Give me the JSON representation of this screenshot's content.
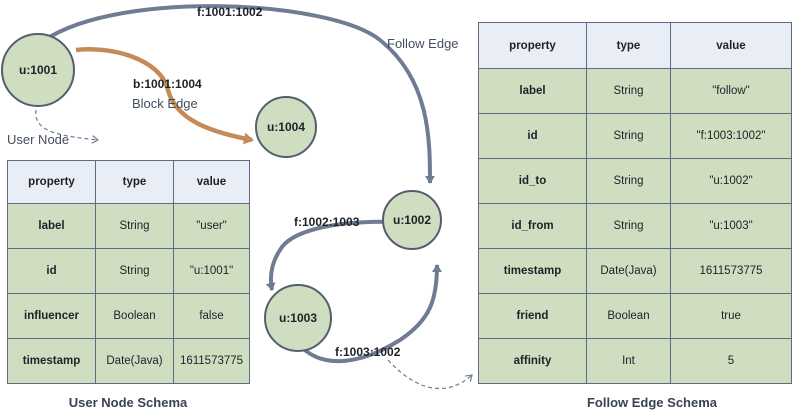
{
  "nodes": {
    "u1001": "u:1001",
    "u1004": "u:1004",
    "u1002": "u:1002",
    "u1003": "u:1003"
  },
  "edges": {
    "follow_top": "f:1001:1002",
    "block": "b:1001:1004",
    "follow_mid": "f:1002:1003",
    "follow_bottom": "f:1003:1002"
  },
  "captions": {
    "block_edge": "Block Edge",
    "follow_edge": "Follow Edge",
    "user_node": "User Node"
  },
  "user_schema": {
    "title": "User Node Schema",
    "headers": [
      "property",
      "type",
      "value"
    ],
    "rows": [
      [
        "label",
        "String",
        "\"user\""
      ],
      [
        "id",
        "String",
        "\"u:1001\""
      ],
      [
        "influencer",
        "Boolean",
        "false"
      ],
      [
        "timestamp",
        "Date(Java)",
        "1611573775"
      ]
    ]
  },
  "follow_schema": {
    "title": "Follow Edge Schema",
    "headers": [
      "property",
      "type",
      "value"
    ],
    "rows": [
      [
        "label",
        "String",
        "\"follow\""
      ],
      [
        "id",
        "String",
        "\"f:1003:1002\""
      ],
      [
        "id_to",
        "String",
        "\"u:1002\""
      ],
      [
        "id_from",
        "String",
        "\"u:1003\""
      ],
      [
        "timestamp",
        "Date(Java)",
        "1611573775"
      ],
      [
        "friend",
        "Boolean",
        "true"
      ],
      [
        "affinity",
        "Int",
        "5"
      ]
    ]
  },
  "colors": {
    "node_fill": "#cfddc0",
    "row_fill": "#cfddc0",
    "header_fill": "#e9eef6",
    "edge_gray": "#6f7c92",
    "block_edge": "#c48a57",
    "outline": "#5f6b80"
  }
}
